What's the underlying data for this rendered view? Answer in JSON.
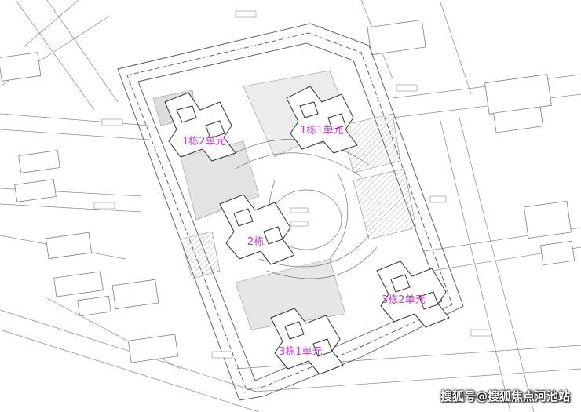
{
  "labels": {
    "building1_unit2": "1栋2单元",
    "building1_unit1": "1栋1单元",
    "building2": "2栋",
    "building3_unit2": "3栋2单元",
    "building3_unit1": "3栋1单元"
  },
  "watermark": "搜狐号@搜狐焦点河池站",
  "colors": {
    "label": "#c23fc8",
    "line": "#6e6e6e",
    "light_line": "#a9a9a9",
    "hatch": "#8f8f8f",
    "paving": "#d9d9d9"
  }
}
